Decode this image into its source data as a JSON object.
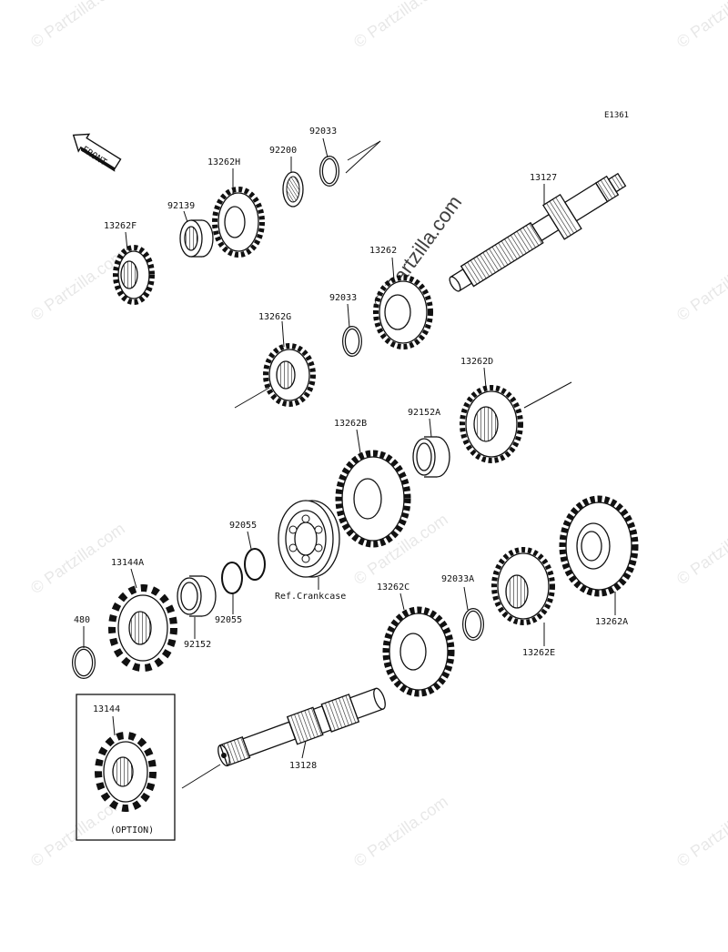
{
  "diagram_code": "E1361",
  "front_label": "FRONT",
  "watermark": "© Partzilla.com",
  "parts": {
    "p13127": "13127",
    "p13262": "13262",
    "p13262F": "13262F",
    "p92139": "92139",
    "p13262H": "13262H",
    "p92200": "92200",
    "p92033_top": "92033",
    "p92033_mid": "92033",
    "p13262G": "13262G",
    "p13262D": "13262D",
    "p92152A": "92152A",
    "p13262B": "13262B",
    "p92055_a": "92055",
    "p92055_b": "92055",
    "p13144A": "13144A",
    "p480": "480",
    "p92152": "92152",
    "ref_crankcase": "Ref.Crankcase",
    "p13262C": "13262C",
    "p92033A": "92033A",
    "p13262E": "13262E",
    "p13262A": "13262A",
    "p13144": "13144",
    "p13128": "13128",
    "option": "(OPTION)"
  }
}
